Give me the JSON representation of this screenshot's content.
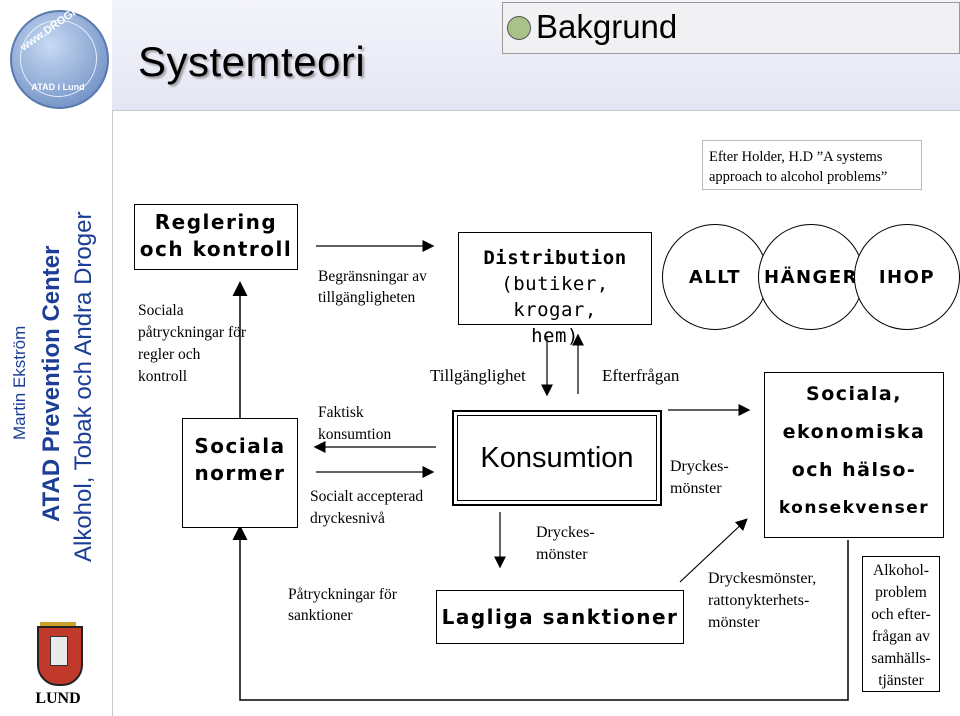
{
  "slide": {
    "title": "Systemteori",
    "section": "Bakgrund",
    "author": "Martin Ekström",
    "org": "ATAD Prevention Center",
    "org_prefix": "ATAD ",
    "org_rest": "Prevention Center",
    "subtitle": "Alkohol, Tobak och Andra Droger",
    "logo_text": "www.DROGINFO.com",
    "logo_sub": "ATAD i Lund",
    "footer_logo": "LUND",
    "source": "Efter Holder, H.D ”A systems approach to alcohol problems”"
  },
  "diagram": {
    "reglering": "Reglering och kontroll",
    "sociala_paatryck": "Sociala påtryckningar för regler och kontroll",
    "sociala_normer": "Sociala normer",
    "begransningar": "Begränsningar av tillgängligheten",
    "faktisk": "Faktisk konsumtion",
    "socialt_accepterad": "Socialt accepterad dryckesnivå",
    "paatryck_sanktioner": "Påtryckningar för sanktioner",
    "distribution_1": "Distribution",
    "distribution_2": "(butiker, krogar,",
    "distribution_3": "hem)",
    "tillganglighet": "Tillgänglighet",
    "efterfragan": "Efterfrågan",
    "konsumtion": "Konsumtion",
    "dryckesmonster_mid_1": "Dryckes-",
    "dryckesmonster_mid_2": "mönster",
    "dryckesmonster_right_1": "Dryckes-",
    "dryckesmonster_right_2": "mönster",
    "lagliga": "Lagliga sanktioner",
    "allt": "ALLT",
    "hanger": "HÄNGER",
    "ihop": "IHOP",
    "konsekvenser_1": "Sociala,",
    "konsekvenser_2": "ekonomiska",
    "konsekvenser_3": "och hälso-",
    "konsekvenser_4": "konsekvenser",
    "dryckesmonster_ratt_1": "Dryckesmönster,",
    "dryckesmonster_ratt_2": "rattonykterhets-",
    "dryckesmonster_ratt_3": "mönster",
    "alkohol_1": "Alkohol-",
    "alkohol_2": "problem",
    "alkohol_3": "och efter-",
    "alkohol_4": "frågan av",
    "alkohol_5": "samhälls-",
    "alkohol_6": "tjänster"
  },
  "colors": {
    "bakgrund_dot": "#a9c28a",
    "org_blue": "#1c3f95",
    "logo_blue": "#7d9ccc"
  }
}
